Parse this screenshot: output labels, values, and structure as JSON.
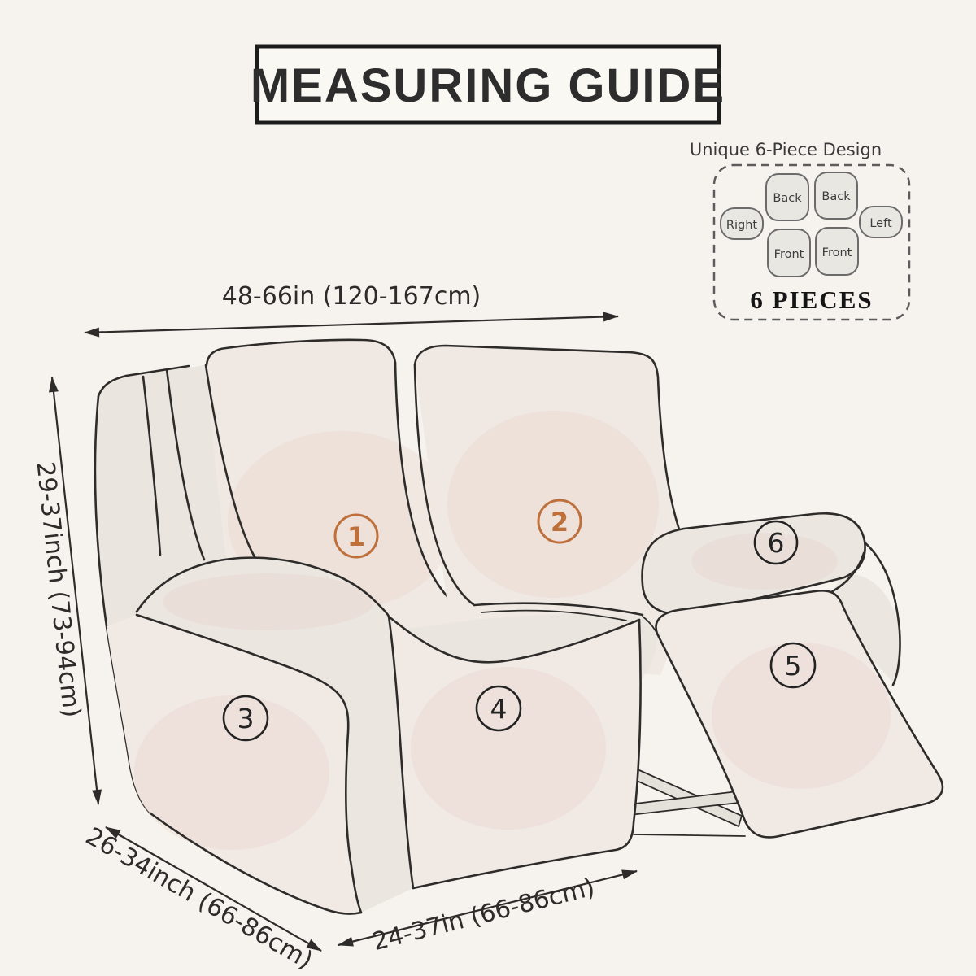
{
  "title": "MEASURING GUIDE",
  "design_box": {
    "title": "Unique 6-Piece Design",
    "pieces": [
      "Right",
      "Back",
      "Back",
      "Left",
      "Front",
      "Front"
    ],
    "count_label": "6 PIECES"
  },
  "dimensions": {
    "overall_width": "48-66in (120-167cm)",
    "back_height": "29-37inch (73-94cm)",
    "side_depth": "26-34inch (66-86cm)",
    "seat_front_width": "24-37in (66-86cm)"
  },
  "markers": {
    "m1": "1",
    "m2": "2",
    "m3": "3",
    "m4": "4",
    "m5": "5",
    "m6": "6"
  },
  "colors": {
    "background": "#f6f3ee",
    "line": "#2e2c2a",
    "accent_orange": "#bf6f3a",
    "sofa_fill": "#ece6e0",
    "panel_fill": "#f1e9e4",
    "piece_fill": "#e9e7e2"
  }
}
